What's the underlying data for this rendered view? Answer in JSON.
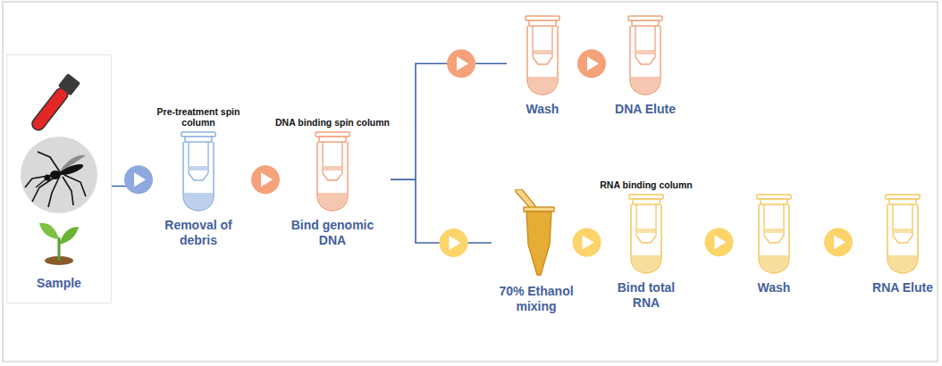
{
  "diagram": {
    "nodes": [
      {
        "text": [
          "Sample"
        ]
      },
      {
        "text": [
          "Pre-treatment spin column",
          "Removal of debris"
        ]
      },
      {
        "text": [
          "DNA binding spin column",
          "Bind genomic DNA"
        ]
      },
      {
        "text": [
          "Wash"
        ]
      },
      {
        "text": [
          "DNA Elute"
        ]
      },
      {
        "text": [
          "70% Ethanol mixing"
        ]
      },
      {
        "text": [
          "RNA binding column",
          "Bind total RNA"
        ]
      },
      {
        "text": [
          "Wash"
        ]
      },
      {
        "text": [
          "RNA Elute"
        ]
      }
    ],
    "edges": [
      {
        "from": 0,
        "to": 1,
        "arrow": "to"
      },
      {
        "from": 1,
        "to": 2,
        "arrow": "to"
      },
      {
        "from": 2,
        "to": 3,
        "arrow": "to"
      },
      {
        "from": 3,
        "to": 4,
        "arrow": "to"
      },
      {
        "from": 2,
        "to": 5,
        "arrow": "to"
      },
      {
        "from": 5,
        "to": 6,
        "arrow": "to"
      },
      {
        "from": 6,
        "to": 7,
        "arrow": "to"
      },
      {
        "from": 7,
        "to": 8,
        "arrow": "to"
      }
    ]
  }
}
